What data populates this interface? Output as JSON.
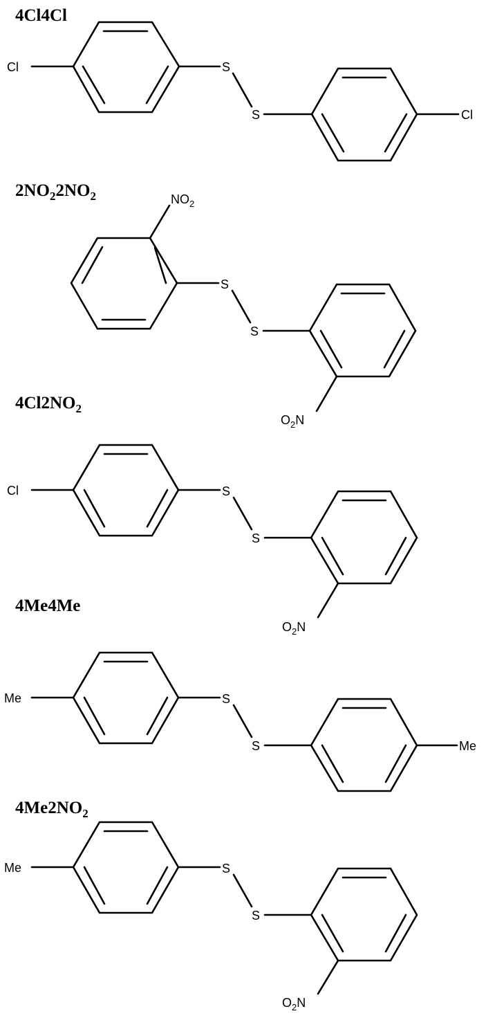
{
  "molecules": [
    {
      "name": "4Cl4Cl",
      "left_ring": "para",
      "right_ring": "para",
      "left_label": "Cl",
      "right_label": "Cl",
      "atoms": {
        "s1": "S",
        "s2": "S"
      }
    },
    {
      "name_parts": [
        "2NO",
        "2",
        "2NO",
        "2"
      ],
      "left_ring": "ortho",
      "right_ring": "ortho",
      "left_label_parts": [
        "NO",
        "2"
      ],
      "right_label_parts": [
        "O",
        "2",
        "N"
      ],
      "atoms": {
        "s1": "S",
        "s2": "S"
      }
    },
    {
      "name_parts": [
        "4Cl2NO",
        "2"
      ],
      "left_ring": "para",
      "right_ring": "ortho",
      "left_label": "Cl",
      "right_label_parts": [
        "O",
        "2",
        "N"
      ],
      "atoms": {
        "s1": "S",
        "s2": "S"
      }
    },
    {
      "name": "4Me4Me",
      "left_ring": "para",
      "right_ring": "para",
      "left_label": "Me",
      "right_label": "Me",
      "atoms": {
        "s1": "S",
        "s2": "S"
      }
    },
    {
      "name_parts": [
        "4Me2NO",
        "2"
      ],
      "left_ring": "para",
      "right_ring": "ortho",
      "left_label": "Me",
      "right_label_parts": [
        "O",
        "2",
        "N"
      ],
      "atoms": {
        "s1": "S",
        "s2": "S"
      }
    }
  ]
}
